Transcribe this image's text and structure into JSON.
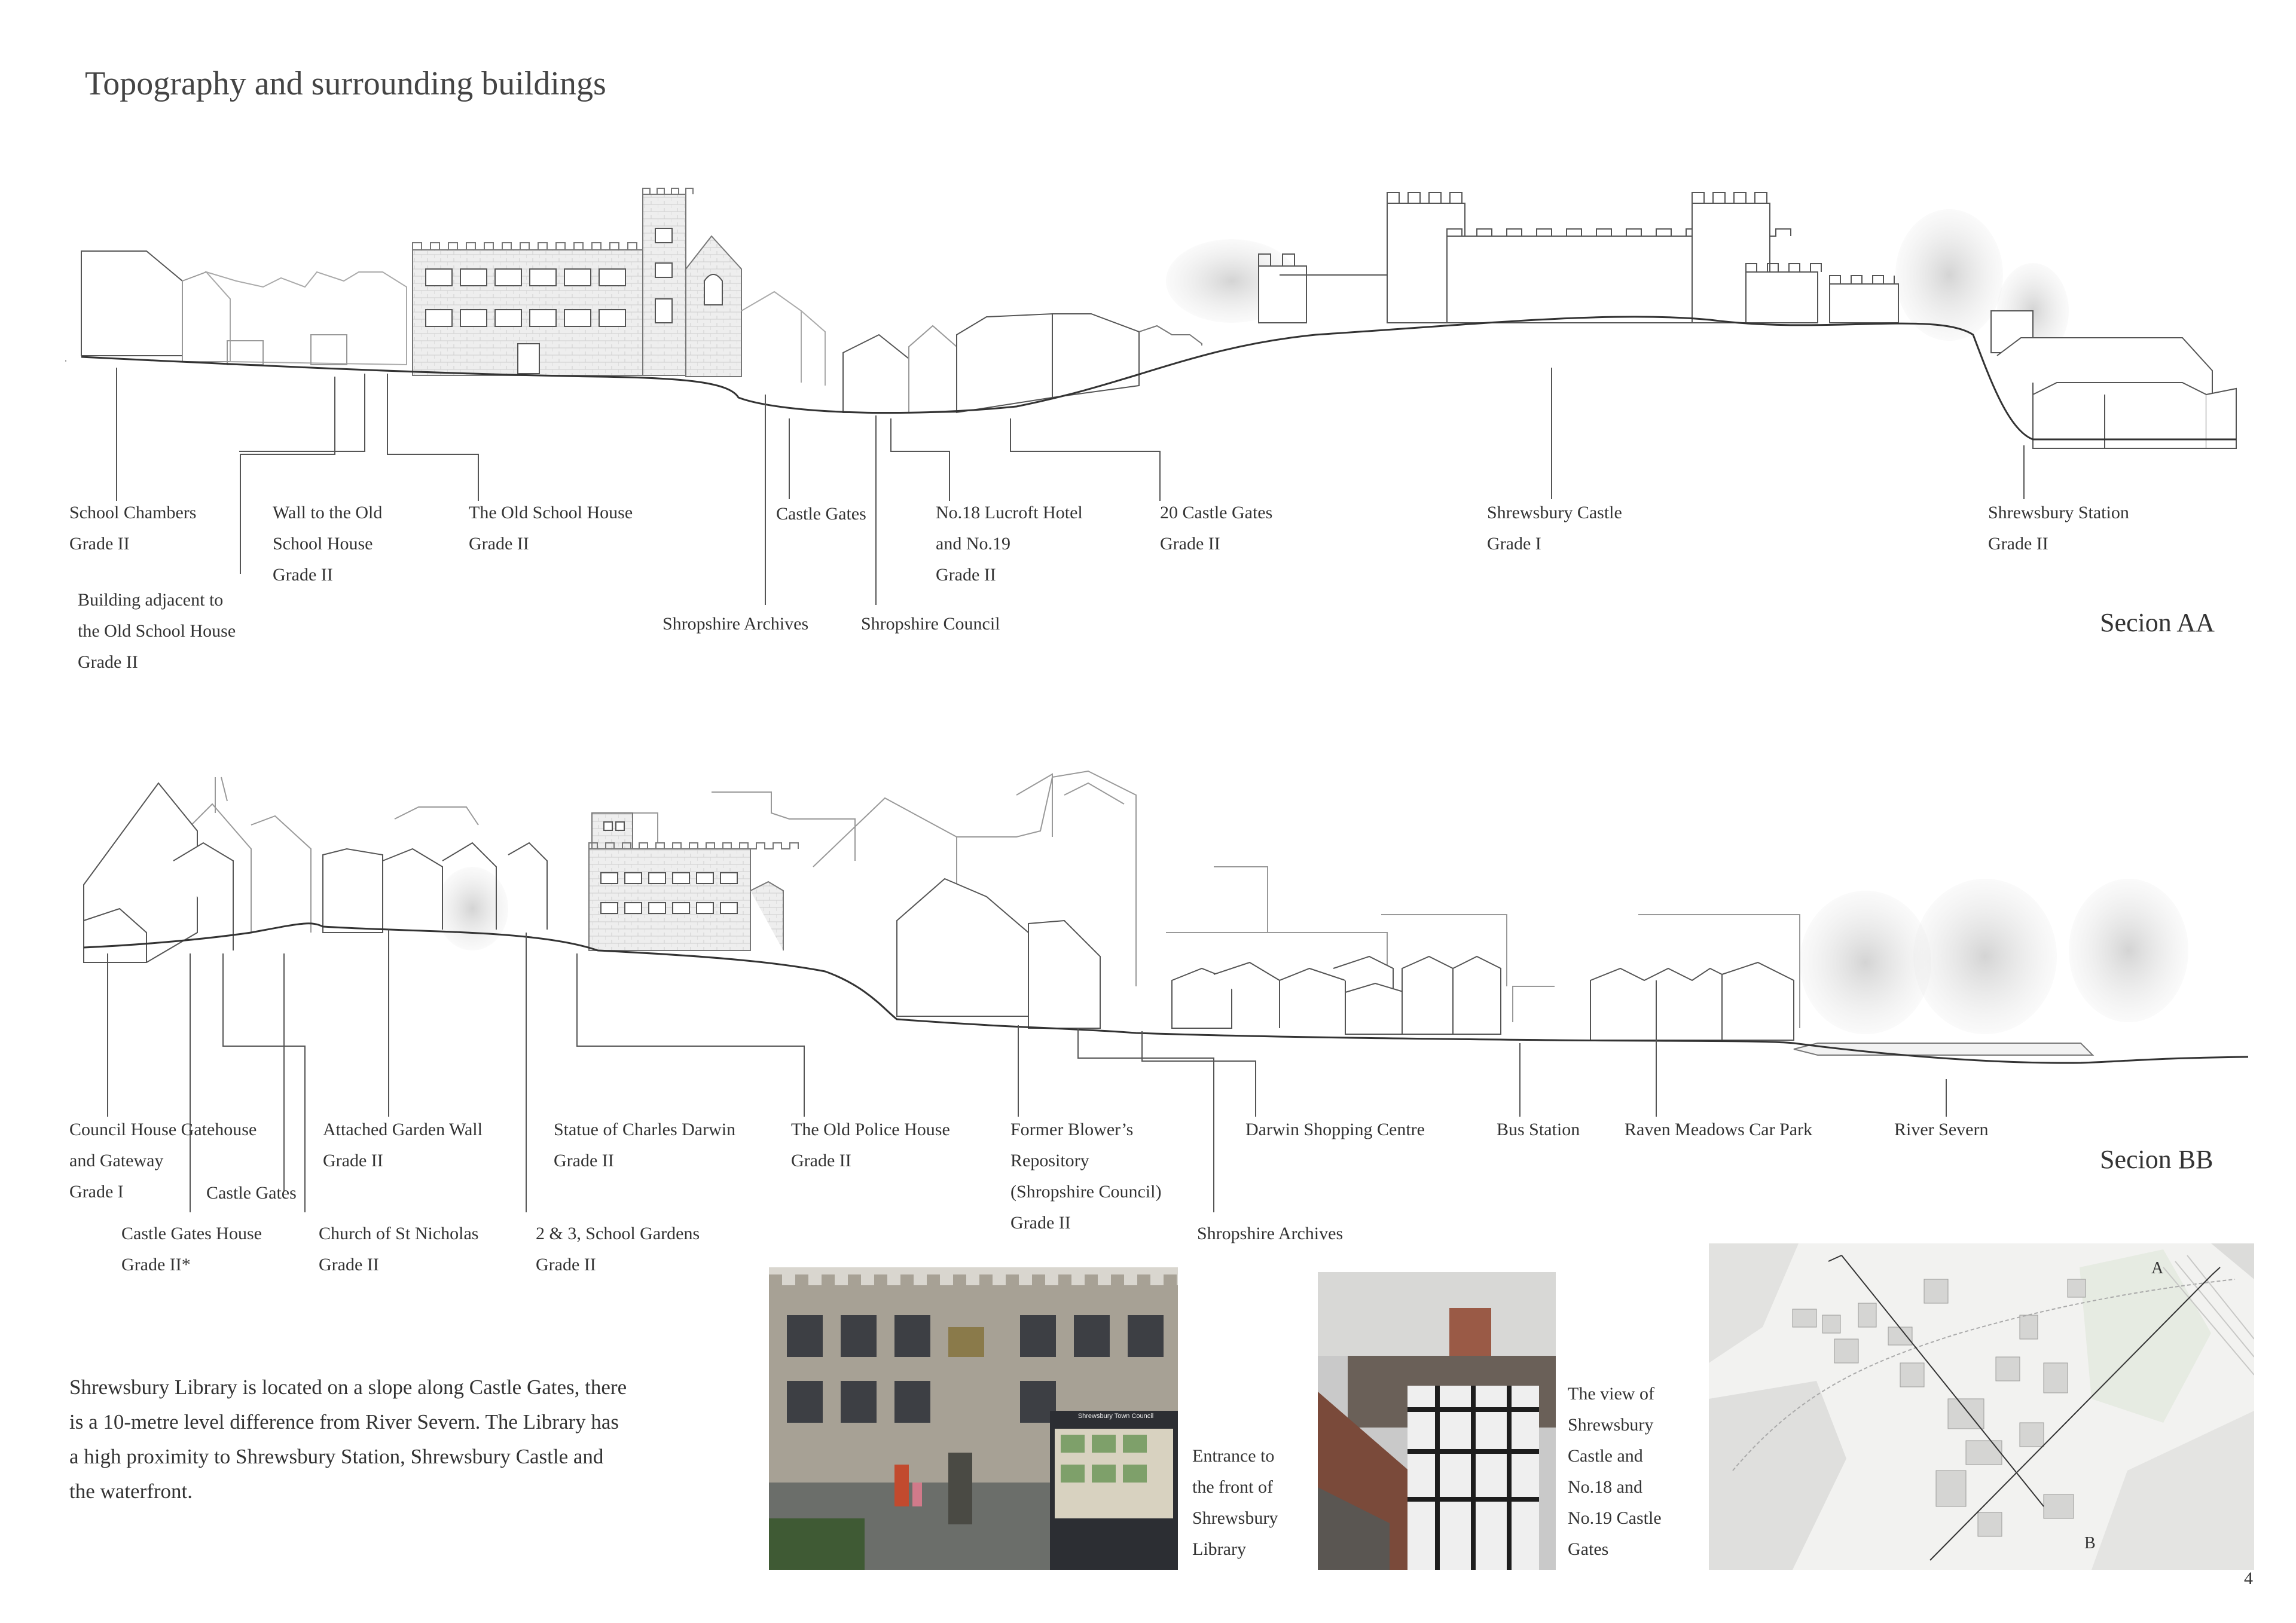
{
  "page": {
    "title": "Topography and surrounding buildings",
    "page_number": "4"
  },
  "section_aa": {
    "name": "Secion AA",
    "labels": [
      {
        "id": "school-chambers",
        "lines": [
          "School Chambers",
          "Grade II"
        ]
      },
      {
        "id": "building-adjacent",
        "lines": [
          "Building adjacent to",
          "the Old School House",
          "Grade II"
        ]
      },
      {
        "id": "wall-old-school-house",
        "lines": [
          "Wall to the Old",
          "School House",
          "Grade II"
        ]
      },
      {
        "id": "old-school-house",
        "lines": [
          "The Old School House",
          "Grade II"
        ]
      },
      {
        "id": "shropshire-archives-aa",
        "lines": [
          "Shropshire Archives"
        ]
      },
      {
        "id": "castle-gates-aa",
        "lines": [
          "Castle Gates"
        ]
      },
      {
        "id": "shropshire-council-aa",
        "lines": [
          "Shropshire Council"
        ]
      },
      {
        "id": "lucroft-hotel",
        "lines": [
          "No.18 Lucroft Hotel",
          "and No.19",
          "Grade II"
        ]
      },
      {
        "id": "castle-gates-20",
        "lines": [
          "20 Castle Gates",
          "Grade II"
        ]
      },
      {
        "id": "shrewsbury-castle",
        "lines": [
          "Shrewsbury Castle",
          "Grade I"
        ]
      },
      {
        "id": "shrewsbury-station",
        "lines": [
          "Shrewsbury Station",
          "Grade II"
        ]
      }
    ]
  },
  "section_bb": {
    "name": "Secion BB",
    "labels": [
      {
        "id": "council-house-gatehouse",
        "lines": [
          "Council House Gatehouse",
          "and Gateway",
          "Grade I"
        ]
      },
      {
        "id": "castle-gates-house",
        "lines": [
          "Castle Gates House",
          "Grade II*"
        ]
      },
      {
        "id": "castle-gates-bb",
        "lines": [
          "Castle Gates"
        ]
      },
      {
        "id": "attached-garden-wall",
        "lines": [
          "Attached Garden Wall",
          "Grade II"
        ]
      },
      {
        "id": "church-st-nicholas",
        "lines": [
          "Church of St Nicholas",
          "Grade II"
        ]
      },
      {
        "id": "statue-charles-darwin",
        "lines": [
          "Statue of Charles Darwin",
          "Grade II"
        ]
      },
      {
        "id": "school-gardens",
        "lines": [
          "2 & 3, School Gardens",
          "Grade II"
        ]
      },
      {
        "id": "old-police-house",
        "lines": [
          "The Old Police House",
          "Grade II"
        ]
      },
      {
        "id": "former-blowers-repository",
        "lines": [
          "Former Blower’s",
          "Repository",
          "(Shropshire Council)",
          "Grade II"
        ]
      },
      {
        "id": "shropshire-archives-bb",
        "lines": [
          "Shropshire Archives"
        ]
      },
      {
        "id": "darwin-shopping-centre",
        "lines": [
          "Darwin Shopping Centre"
        ]
      },
      {
        "id": "bus-station",
        "lines": [
          "Bus Station"
        ]
      },
      {
        "id": "raven-meadows",
        "lines": [
          "Raven Meadows Car Park"
        ]
      },
      {
        "id": "river-severn",
        "lines": [
          "River Severn"
        ]
      }
    ]
  },
  "description": "Shrewsbury Library is located on a slope along Castle Gates, there is a 10-metre level difference from River Severn. The Library has a high proximity to Shrewsbury Station, Shrewsbury Castle and the waterfront.",
  "captions": {
    "entrance": [
      "Entrance to",
      "the front of",
      "Shrewsbury",
      "Library"
    ],
    "view": [
      "The view of",
      "Shrewsbury",
      "Castle and",
      "No.18 and",
      "No.19 Castle",
      "Gates"
    ]
  },
  "photo_text": {
    "council_sign": "Shrewsbury Town Council"
  },
  "map": {
    "marker_a": "A",
    "marker_b": "B"
  }
}
